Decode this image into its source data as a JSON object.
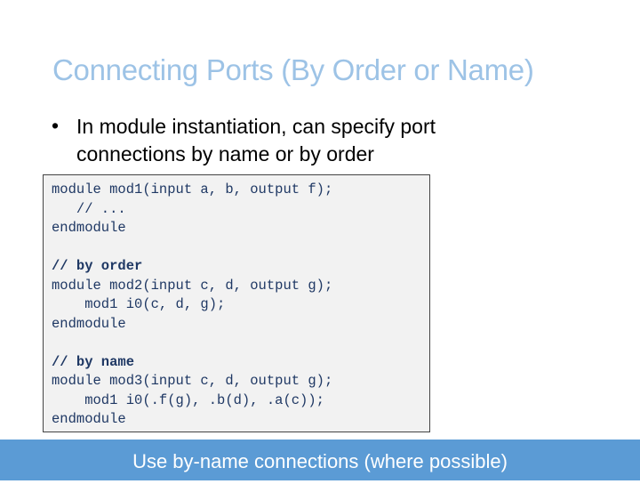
{
  "slide": {
    "title": "Connecting Ports (By Order or Name)",
    "bullet": {
      "marker": "•",
      "line1": "In module instantiation, can specify port",
      "line2": "connections by name or by order"
    },
    "code_lines": [
      "module mod1(input a, b, output f);",
      "   // ...",
      "endmodule",
      "",
      "// by order",
      "module mod2(input c, d, output g);",
      "    mod1 i0(c, d, g);",
      "endmodule",
      "",
      "// by name",
      "module mod3(input c, d, output g);",
      "    mod1 i0(.f(g), .b(d), .a(c));",
      "endmodule"
    ],
    "footer": "Use by-name connections (where possible)",
    "colors": {
      "title": "#9dc3e6",
      "code_text": "#1f3864",
      "code_bg": "#f2f2f2",
      "footer_bg": "#5b9bd5",
      "footer_text": "#ffffff"
    }
  }
}
